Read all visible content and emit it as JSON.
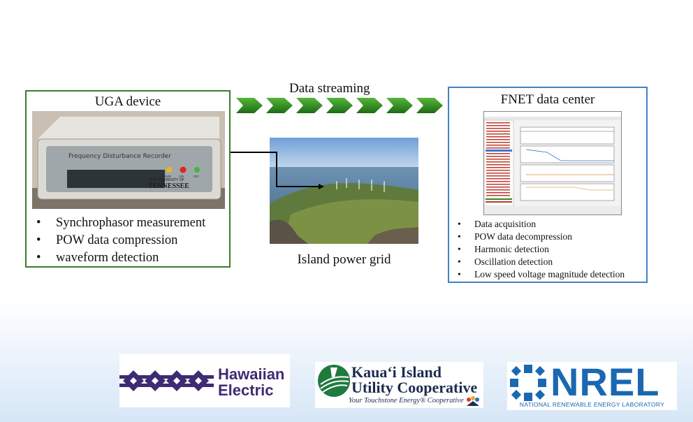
{
  "uga": {
    "title": "UGA device",
    "bullets": [
      "Synchrophasor measurement",
      "POW data compression",
      "waveform detection"
    ],
    "device_panel_text": "Frequency Disturbance Recorder",
    "device_brand_prefix": "THE UNIVERSITY OF",
    "device_brand": "TENNESSEE",
    "led_labels": [
      "PWR",
      "GPS",
      "NET"
    ]
  },
  "streaming": {
    "label": "Data streaming"
  },
  "island": {
    "label": "Island power grid"
  },
  "fnet": {
    "title": "FNET data center",
    "bullets": [
      "Data acquisition",
      "POW data decompression",
      "Harmonic detection",
      "Oscillation detection",
      "Low speed voltage magnitude detection"
    ]
  },
  "logos": {
    "hawaiian_line1": "Hawaiian",
    "hawaiian_line2": "Electric",
    "kiuc_line1": "Kaua‘i Island",
    "kiuc_line2": "Utility Cooperative",
    "kiuc_tagline": "Your Touchstone Energy® Cooperative",
    "nrel_name": "NREL",
    "nrel_sub": "NATIONAL RENEWABLE ENERGY LABORATORY"
  },
  "colors": {
    "uga_border": "#3a7d2a",
    "fnet_border": "#3f82c4",
    "arrow_green": "#2e8b1f",
    "hawaiian_purple": "#3e2b73",
    "nrel_blue": "#1a68b1"
  }
}
